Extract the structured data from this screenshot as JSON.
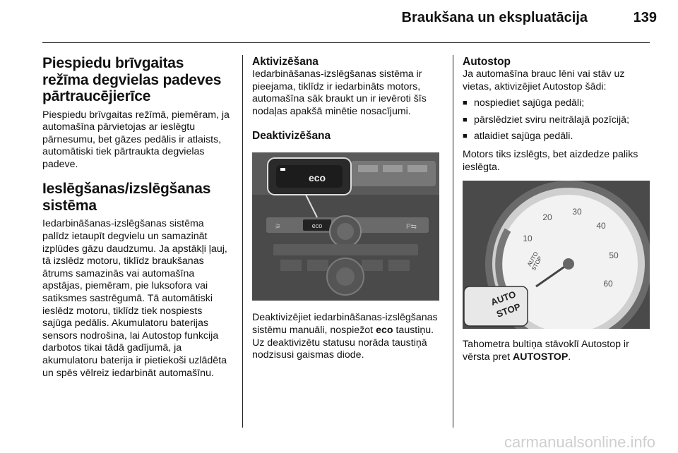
{
  "header": {
    "title": "Braukšana un ekspluatācija",
    "page_number": "139"
  },
  "col1": {
    "h1": "Piespiedu brīvgaitas režīma degvielas padeves pārtraucējierīce",
    "p1": "Piespiedu brīvgaitas režīmā, piemēram, ja automašīna pārvietojas ar ieslēgtu pārnesumu, bet gāzes pedālis ir atlaists, automātiski tiek pārtraukta degvielas padeve.",
    "h2": "Ieslēgšanas/izslēgšanas sistēma",
    "p2": "Iedarbināšanas-izslēgšanas sistēma palīdz ietaupīt degvielu un samazināt izplūdes gāzu daudzumu. Ja apstākļi ļauj, tā izslēdz motoru, tiklīdz braukšanas ātrums samazinās vai automašīna apstājas, piemēram, pie luksofora vai satiksmes sastrēgumā. Tā automātiski ieslēdz motoru, tiklīdz tiek nospiests sajūga pedālis. Akumulatoru baterijas sensors nodrošina, lai Autostop funkcija darbotos tikai tādā gadījumā, ja akumulatoru baterija ir pietiekoši uzlādēta un spēs vēlreiz iedarbināt automašīnu."
  },
  "col2": {
    "h1": "Aktivizēšana",
    "p1": "Iedarbināšanas-izslēgšanas sistēma ir pieejama, tiklīdz ir iedarbināts motors, automašīna sāk braukt un ir ievēroti šīs nodaļas apakšā minētie nosacījumi.",
    "h2": "Deaktivizēšana",
    "caption_a": "Deaktivizējiet iedarbināšanas-izslēgšanas sistēmu manuāli, nospiežot",
    "eco_label": "eco",
    "caption_b": "taustiņu. Uz deaktivizētu statusu norāda taustiņā nodzisusi gaismas diode.",
    "button_label": "eco",
    "console_left": "⚞",
    "console_right": "P⇆"
  },
  "col3": {
    "h1": "Autostop",
    "p1": "Ja automašīna brauc lēni vai stāv uz vietas, aktivizējiet Autostop šādi:",
    "bullets": [
      "nospiediet sajūga pedāli;",
      "pārslēdziet sviru neitrālajā pozīcijā;",
      "atlaidiet sajūga pedāli."
    ],
    "p2": "Motors tiks izslēgts, bet aizdedze paliks ieslēgta.",
    "caption_a": "Tahometra bultiņa stāvoklī Autostop ir vērsta pret",
    "caption_bold": "AUTOSTOP",
    "caption_end": "."
  },
  "tach": {
    "labels": [
      "10",
      "20",
      "30",
      "40",
      "50",
      "60"
    ],
    "zone_line1": "AUTO",
    "zone_line2": "STOP",
    "callout_line1": "AUTO",
    "callout_line2": "STOP"
  },
  "footer": {
    "watermark": "carmanualsonline.info"
  }
}
